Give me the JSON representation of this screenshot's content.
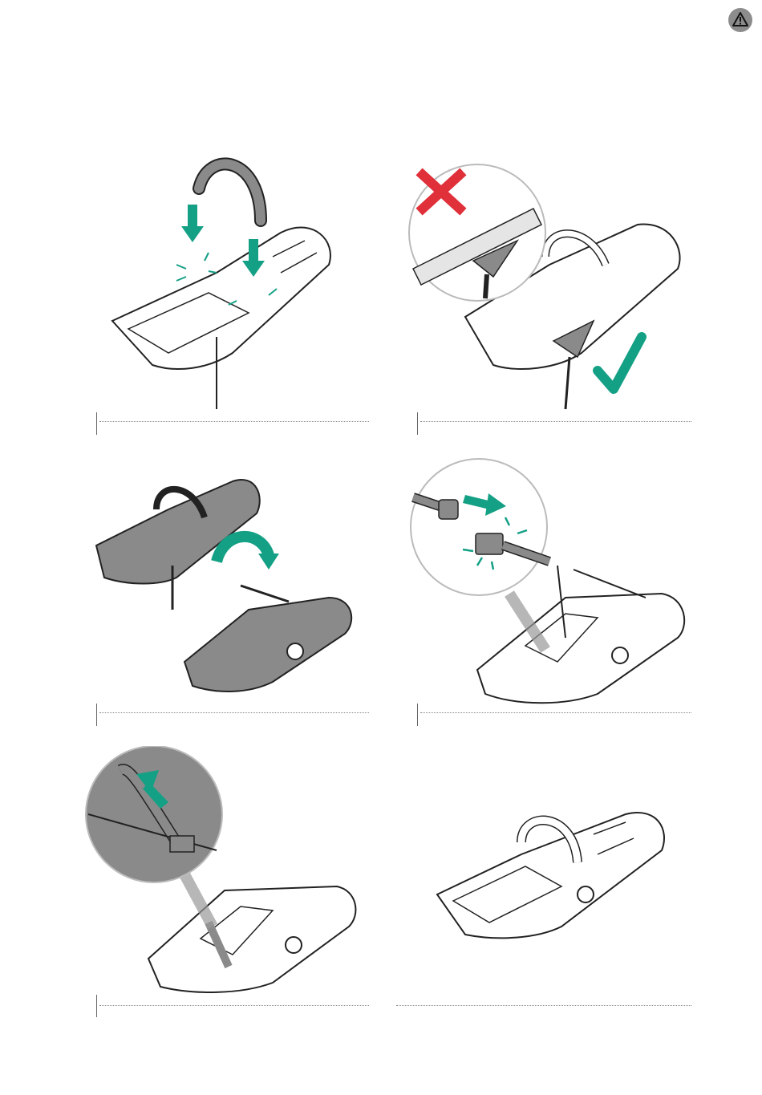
{
  "page": {
    "warning_icon": "warning-icon",
    "colors": {
      "accent": "#14a085",
      "error": "#e0303a",
      "fill_gray": "#8a8a8a",
      "line": "#222222"
    }
  },
  "steps": [
    {
      "id": 1,
      "icons": [
        "bumper-bar-icon",
        "arrow-down-icon",
        "arrow-down-icon",
        "click-burst-icon"
      ]
    },
    {
      "id": 2,
      "icons": [
        "cross-icon",
        "check-icon",
        "magnifier-circle"
      ]
    },
    {
      "id": 3,
      "icons": [
        "rotate-arrow-icon"
      ]
    },
    {
      "id": 4,
      "icons": [
        "arrow-right-icon",
        "click-burst-icon",
        "magnifier-circle"
      ]
    },
    {
      "id": 5,
      "icons": [
        "arrow-up-icon",
        "magnifier-circle"
      ]
    },
    {
      "id": 6,
      "icons": []
    }
  ]
}
